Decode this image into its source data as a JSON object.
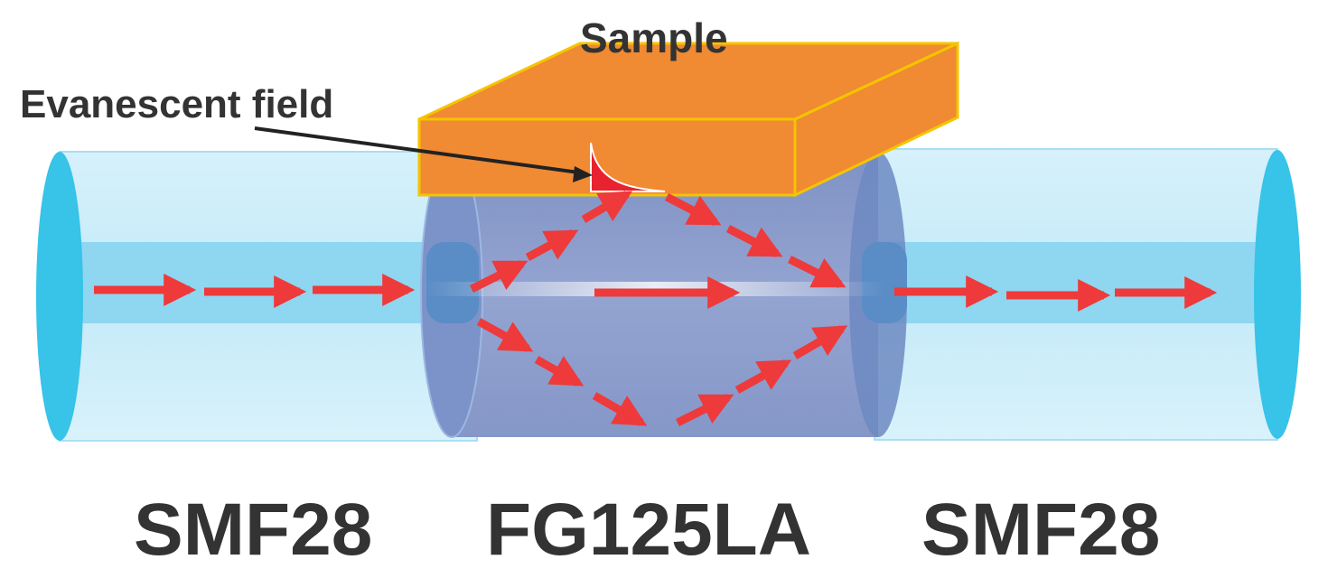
{
  "labels": {
    "sample": "Sample",
    "evanescent_field": "Evanescent field",
    "left_fiber": "SMF28",
    "middle_fiber": "FG125LA",
    "right_fiber": "SMF28"
  },
  "colors": {
    "cladding": "#cdeef9",
    "cladding_edge": "#38c3e8",
    "core": "#8fd6f1",
    "center_section": "#8a9bc8",
    "center_core": "#5a8cc6",
    "sample_top": "#f08a33",
    "sample_front": "#f08a33",
    "sample_edge": "#f5c400",
    "arrow": "#ee3a3a",
    "field": "#e8222e"
  }
}
